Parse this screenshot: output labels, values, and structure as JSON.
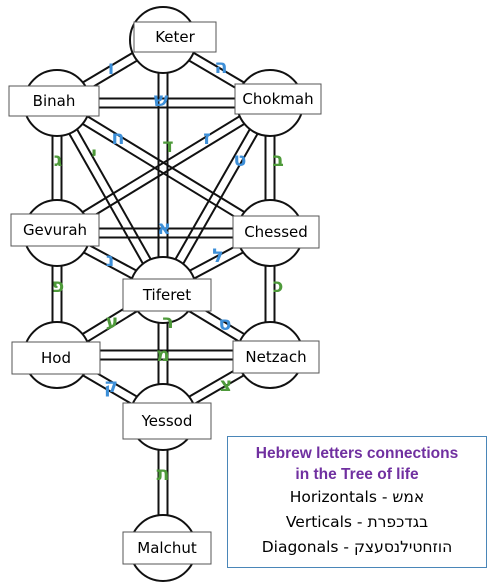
{
  "colors": {
    "blue": "#3d8fd8",
    "green": "#4e9a3a",
    "outline": "#111111",
    "title_purple": "#7030a0",
    "legend_border": "#4a86b8"
  },
  "sefirot": {
    "keter": "Keter",
    "binah": "Binah",
    "chokmah": "Chokmah",
    "gevurah": "Gevurah",
    "chessed": "Chessed",
    "tiferet": "Tiferet",
    "hod": "Hod",
    "netzach": "Netzach",
    "yessod": "Yessod",
    "malchut": "Malchut"
  },
  "letters": {
    "vav": "ו",
    "he": "ה",
    "shin": "ש",
    "daled": "ד",
    "chet": "ח",
    "zayin": "ז",
    "gimel": "ג",
    "yud": "י",
    "tet": "ט",
    "bet": "ב",
    "alef": "א",
    "nun": "נ",
    "lamed": "ל",
    "pe": "פ",
    "kaf": "כ",
    "ayin": "ע",
    "resh": "ר",
    "samech": "ס",
    "mem": "מ",
    "kuf": "ק",
    "tsadi": "צ",
    "tav": "ת"
  },
  "legend": {
    "title_line1": "Hebrew letters connections",
    "title_line2": "in the Tree of life",
    "horizontals": "Horizontals  - אמש",
    "verticals": "Verticals  - בגדכפרת",
    "diagonals": "Diagonals - הוזחטילנסעצק"
  }
}
